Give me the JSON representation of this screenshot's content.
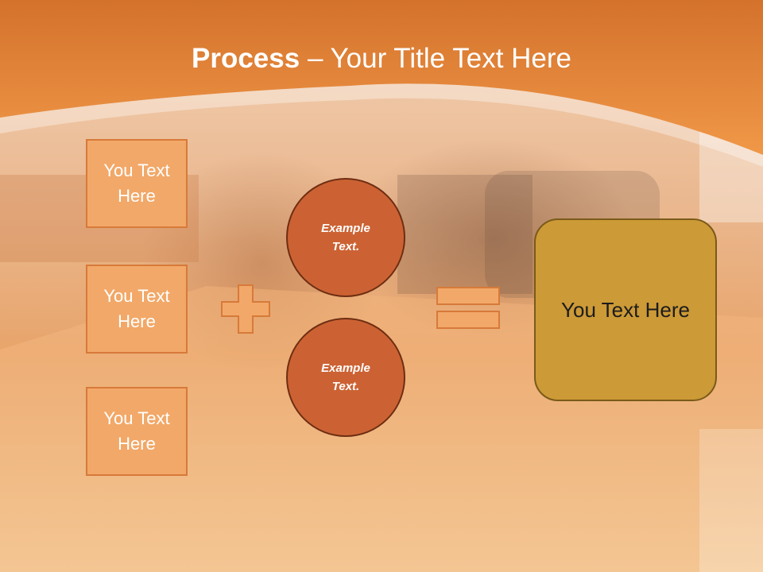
{
  "slide": {
    "title_bold": "Process",
    "title_rest": " – Your Title Text Here",
    "boxes": [
      "You Text Here",
      "You Text Here",
      "You Text Here"
    ],
    "circles": [
      "Example Text.",
      "Example Text."
    ],
    "result": "You Text Here"
  },
  "colors": {
    "header": "#e8873c",
    "box_fill": "#f2a868",
    "box_border": "#d77a3a",
    "circle_fill": "#cc6233",
    "circle_border": "#6e2e12",
    "result_fill": "#cc9a36",
    "result_border": "#7a5a1a"
  },
  "icons": {
    "operator_1": "plus-icon",
    "operator_2": "equals-icon"
  }
}
